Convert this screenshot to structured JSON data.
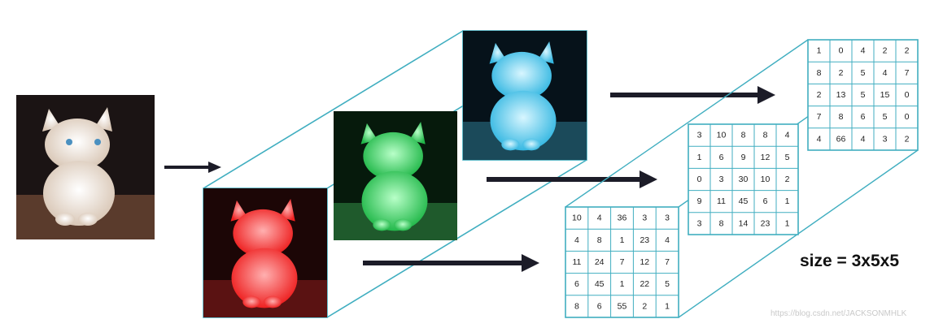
{
  "caption": "size = 3x5x5",
  "watermark": "https://blog.csdn.net/JACKSONMHLK",
  "channels": [
    "red",
    "green",
    "blue"
  ],
  "colors": {
    "frame_line": "#40aec0",
    "arrow": "#1c1c28",
    "red_tint": "#ff3030",
    "green_tint": "#2ecf5a",
    "blue_tint": "#3ec8ef"
  },
  "matrices": {
    "red": [
      [
        10,
        4,
        36,
        3,
        3
      ],
      [
        4,
        8,
        1,
        23,
        4
      ],
      [
        11,
        24,
        7,
        12,
        7
      ],
      [
        6,
        45,
        1,
        22,
        5
      ],
      [
        8,
        6,
        55,
        2,
        1
      ]
    ],
    "green": [
      [
        3,
        10,
        8,
        8,
        4
      ],
      [
        1,
        6,
        9,
        12,
        5
      ],
      [
        0,
        3,
        30,
        10,
        2
      ],
      [
        9,
        11,
        45,
        6,
        1
      ],
      [
        3,
        8,
        14,
        23,
        1
      ]
    ],
    "blue": [
      [
        1,
        0,
        4,
        2,
        2
      ],
      [
        8,
        2,
        5,
        4,
        7
      ],
      [
        2,
        13,
        5,
        15,
        0
      ],
      [
        7,
        8,
        6,
        5,
        0
      ],
      [
        4,
        66,
        4,
        3,
        2
      ]
    ]
  }
}
